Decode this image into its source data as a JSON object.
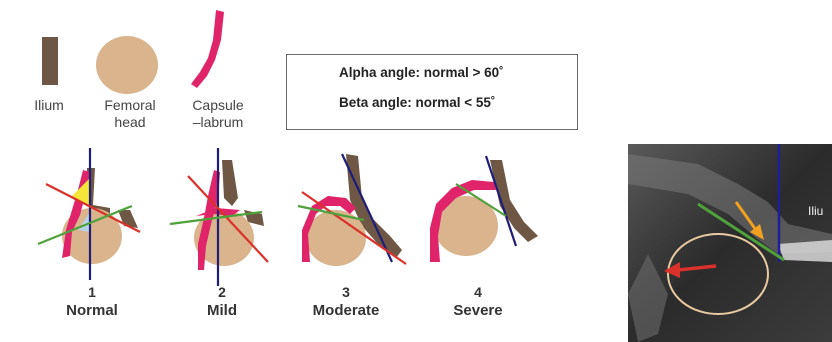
{
  "legend": {
    "ilium": "Ilium",
    "femoral_head_line1": "Femoral",
    "femoral_head_line2": "head",
    "capsule_line1": "Capsule",
    "capsule_line2": "–labrum"
  },
  "angles": {
    "alpha": "Alpha angle: normal > 60˚",
    "beta": "Beta angle: normal < 55˚"
  },
  "stages": [
    {
      "number": "1",
      "name": "Normal"
    },
    {
      "number": "2",
      "name": "Mild"
    },
    {
      "number": "3",
      "name": "Moderate"
    },
    {
      "number": "4",
      "name": "Severe"
    }
  ],
  "ultrasound": {
    "label": "Iliu"
  },
  "colors": {
    "ilium": "#6e5845",
    "femoral_head": "#d9b48c",
    "capsule": "#e0246a",
    "alpha": "#f5e63a",
    "beta": "#b7d2ea",
    "red_line": "#d9322a",
    "green_line": "#4fa13c",
    "blue_line": "#1e1e78",
    "orange_arrow": "#f0a21e"
  }
}
